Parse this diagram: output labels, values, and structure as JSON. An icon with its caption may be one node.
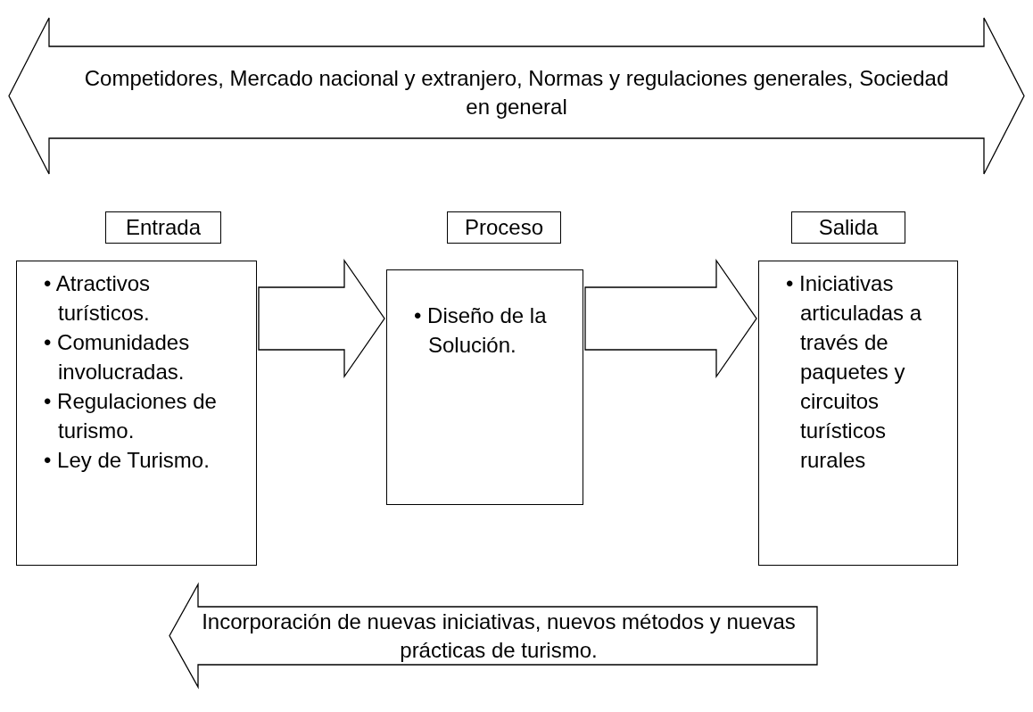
{
  "diagram": {
    "nodes": [
      {
        "text": [
          "Competidores, Mercado nacional y extranjero, Normas y regulaciones generales, Sociedad en general"
        ]
      },
      {
        "text": [
          "Entrada"
        ]
      },
      {
        "text": [
          "Proceso"
        ]
      },
      {
        "text": [
          "Salida"
        ]
      },
      {
        "text": [
          "• Atractivos turísticos.",
          "• Comunidades involucradas.",
          "• Regulaciones de turismo.",
          "• Ley de Turismo."
        ]
      },
      {
        "text": [
          "• Diseño de la Solución."
        ]
      },
      {
        "text": [
          "• Iniciativas articuladas a través de paquetes y circuitos turísticos rurales"
        ]
      },
      {
        "text": [
          "Incorporación de nuevas iniciativas, nuevos métodos y nuevas prácticas de turismo."
        ]
      }
    ],
    "edges": [
      {
        "from": 4,
        "to": 5,
        "arrow": "to"
      },
      {
        "from": 5,
        "to": 6,
        "arrow": "to"
      }
    ]
  }
}
